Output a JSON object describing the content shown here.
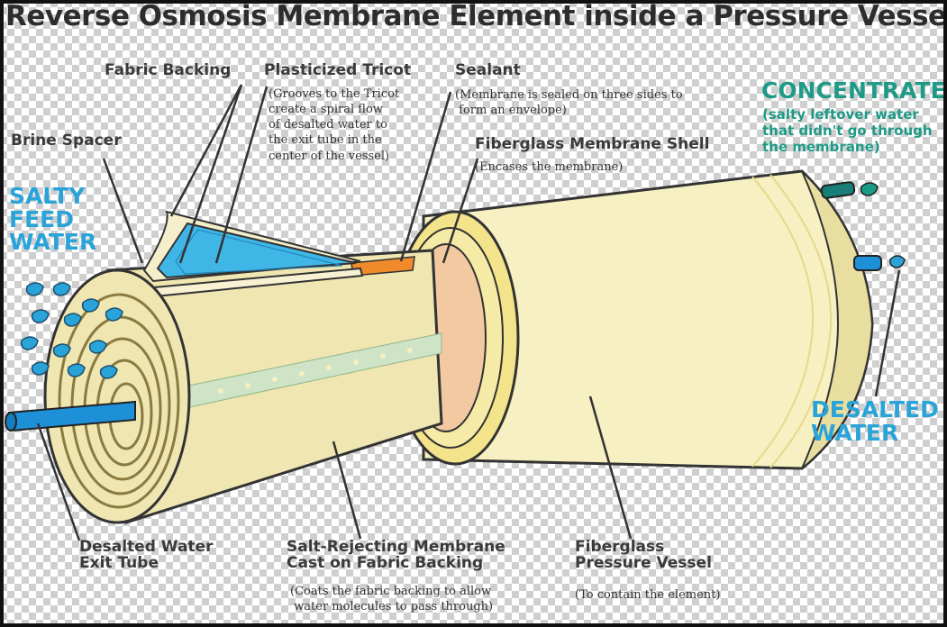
{
  "title": "Reverse Osmosis Membrane Element inside a Pressure Vessel",
  "labels": {
    "fabric_backing": "Fabric Backing",
    "plasticized_tricot": "Plasticized Tricot",
    "tricot_note": "(Grooves to the Tricot\ncreate a spiral flow\nof desalted water to\nthe exit tube in the\ncenter of the vessel)",
    "sealant": "Sealant",
    "sealant_note": "(Membrane is sealed on three sides to\n form an envelope)",
    "brine_spacer": "Brine Spacer",
    "fiberglass_shell": "Fiberglass Membrane Shell",
    "fiberglass_shell_note": "(Encases the membrane)",
    "salty_feed_water": "SALTY\nFEED\nWATER",
    "concentrate": "CONCENTRATE",
    "concentrate_note": "(salty leftover water\nthat didn't go through\nthe membrane)",
    "desalted_water": "DESALTED\nWATER",
    "exit_tube": "Desalted Water\nExit Tube",
    "membrane": "Salt-Rejecting Membrane\nCast on Fabric Backing",
    "membrane_note": "(Coats the fabric backing to allow\n water molecules to pass through)",
    "pressure_vessel": "Fiberglass\nPressure Vessel",
    "pressure_vessel_note": "(To contain the element)"
  },
  "colors": {
    "vessel": "#f6f0c2",
    "vessel_shade": "#d9cf8e",
    "membrane": "#f0e6b2",
    "shell": "#f2c9a0",
    "sealant": "#f08a2a",
    "tricot": "#3fb6e6",
    "pipe_blue": "#1e90d8",
    "pipe_teal": "#177f78",
    "perforated_band": "#cfe3c6"
  }
}
